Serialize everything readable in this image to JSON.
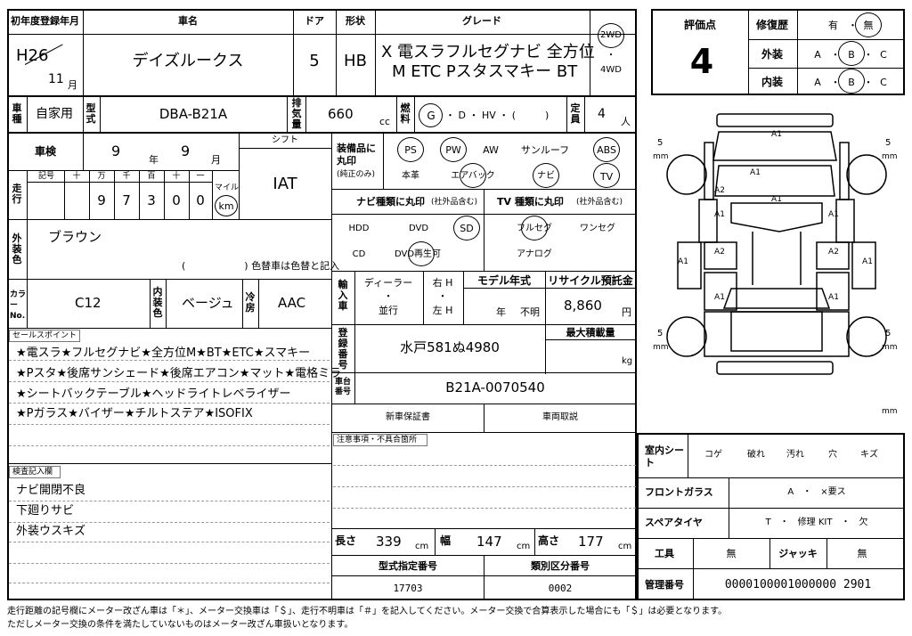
{
  "header": {
    "first_reg_label": "初年度登録年月",
    "first_reg_era": "H26",
    "first_reg_month": "11",
    "first_reg_month_unit": "月",
    "car_name_label": "車名",
    "car_name": "デイズルークス",
    "door_label": "ドア",
    "door": "5",
    "shape_label": "形状",
    "shape": "HB",
    "grade_label": "グレード",
    "grade_line1": "X 電スラフルセグナビ 全方位",
    "grade_line2": "M ETC Pスタスマキー BT",
    "drive_2wd": "2WD",
    "drive_dot": "・",
    "drive_4wd": "4WD"
  },
  "row2": {
    "usage_label": "車種",
    "usage": "自家用",
    "model_label": "型式",
    "model": "DBA-B21A",
    "displacement_label": "排気量",
    "displacement": "660",
    "displacement_unit": "cc",
    "fuel_label": "燃料",
    "fuel_g": "G",
    "fuel_rest": "・ D ・ HV ・ (　　　)",
    "capacity_label": "定員",
    "capacity": "4",
    "capacity_unit": "人"
  },
  "score": {
    "label": "評価点",
    "value": "4",
    "repair_label": "修復歴",
    "repair_yes": "有",
    "repair_dot": "・",
    "repair_no": "無",
    "exterior_label": "外装",
    "interior_label": "内装",
    "grade_a": "A",
    "grade_b": "B",
    "grade_c": "C",
    "dot": "・"
  },
  "inspection": {
    "label": "車検",
    "year": "9",
    "year_unit": "年",
    "month": "9",
    "month_unit": "月",
    "shift_label": "シフト",
    "shift": "IAT",
    "mileage_label": "走行",
    "symbol_label": "記号",
    "digit_headers": [
      "十",
      "万",
      "千",
      "百",
      "十",
      "一"
    ],
    "digits": [
      "9",
      "7",
      "3",
      "0",
      "0"
    ],
    "mile_label": "マイル",
    "km": "km"
  },
  "equipment": {
    "label": "装備品に丸印",
    "sub": "(純正のみ)",
    "items": [
      "PS",
      "PW",
      "AW",
      "サンルーフ",
      "ABS",
      "本革",
      "エアバック",
      "ナビ",
      "TV"
    ],
    "navi_label": "ナビ種類に丸印",
    "navi_sub": "(社外品含む)",
    "navi_items": [
      "HDD",
      "DVD",
      "SD",
      "CD",
      "DVD再生可"
    ],
    "tv_label": "TV 種類に丸印",
    "tv_sub": "(社外品含む)",
    "tv_items": [
      "フルセグ",
      "ワンセグ",
      "アナログ"
    ]
  },
  "color": {
    "label": "外装色",
    "value": "ブラウン",
    "note": "(　　　　　　) 色替車は色替と記入",
    "code_label": "カラーNo.",
    "code": "C12",
    "interior_label": "内装色",
    "interior": "ベージュ",
    "ac_label": "冷房",
    "ac": "AAC"
  },
  "import": {
    "label": "輸入車",
    "dealer": "ディーラー",
    "dot": "・",
    "parallel": "並行",
    "rh": "右 H",
    "lh": "左 H",
    "model_year_label": "モデル年式",
    "year_unit": "年",
    "unknown": "不明",
    "recycle_label": "リサイクル預託金",
    "recycle": "8,860",
    "recycle_unit": "円"
  },
  "registration": {
    "label": "登録番号",
    "value": "水戸581ぬ4980",
    "max_load_label": "最大積載量",
    "max_load_unit": "kg",
    "chassis_label": "車台番号",
    "chassis": "B21A-0070540",
    "warranty": "新車保証書",
    "manual": "車両取説"
  },
  "sales": {
    "label": "セールスポイント",
    "lines": [
      "★電スラ★フルセグナビ★全方位M★BT★ETC★スマキー",
      "★Pスタ★後席サンシェード★後席エアコン★マット★電格ミラ",
      "★シートバックテーブル★ヘッドライトレベライザー",
      "★Pガラス★バイザー★チルトステア★ISOFIX"
    ]
  },
  "notes": {
    "label": "注意事項・不具合箇所"
  },
  "inspector": {
    "label": "検査記入欄",
    "lines": [
      "ナビ開閉不良",
      "下廻りサビ",
      "外装ウスキズ"
    ]
  },
  "dims": {
    "length_label": "長さ",
    "length": "339",
    "width_label": "幅",
    "width": "147",
    "height_label": "高さ",
    "height": "177",
    "unit": "cm",
    "type_label": "型式指定番号",
    "type_no": "17703",
    "class_label": "類別区分番号",
    "class_no": "0002"
  },
  "interior_cond": {
    "label": "室内シート",
    "items": [
      "コゲ",
      "破れ",
      "汚れ",
      "穴",
      "キズ"
    ],
    "glass_label": "フロントガラス",
    "glass": "A　・　×要ス",
    "spare_label": "スペアタイヤ",
    "spare": "T　・　修理 KIT　・　欠",
    "tool_label": "工具",
    "tool": "無",
    "jack_label": "ジャッキ",
    "jack": "無",
    "manage_label": "管理番号",
    "manage_no": "0000100001000000 2901"
  },
  "diagram": {
    "marks": [
      "A1",
      "A1",
      "A2",
      "A1",
      "A1",
      "A1",
      "A1",
      "A2",
      "A2",
      "A1",
      "A1",
      "A1"
    ],
    "tire": "5",
    "mm": "mm"
  },
  "footer": {
    "line1": "走行距離の記号欄にメーター改ざん車は「＊」、メーター交換車は「＄」、走行不明車は「＃」を記入してください。メーター交換で合算表示した場合にも「＄」は必要となります。",
    "line2": "ただしメーター交換の条件を満たしていないものはメーター改ざん車扱いとなります。"
  }
}
